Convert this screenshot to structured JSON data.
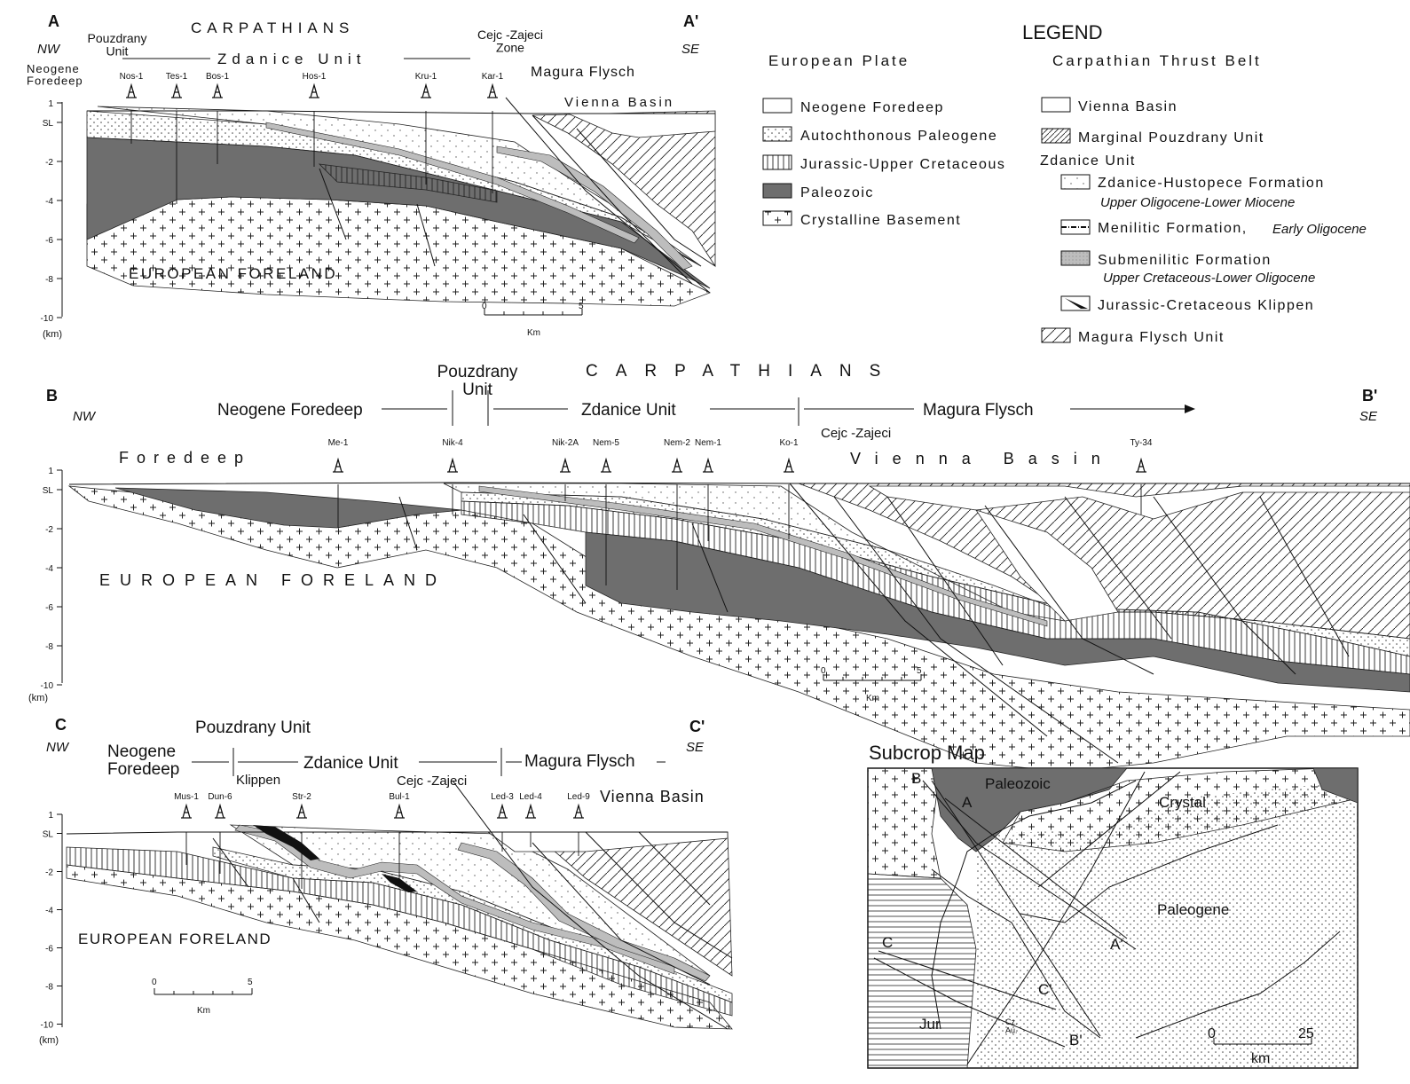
{
  "sectionA": {
    "label_left": "A",
    "label_right": "A'",
    "dir_left": "NW",
    "dir_right": "SE",
    "title": "CARPATHIANS",
    "unit_pouzdrany": "Pouzdrany\nUnit",
    "unit_zdanice": "Zdanice Unit",
    "zone_cejc": "Cejc -Zajeci\nZone",
    "magura": "Magura Flysch",
    "foredeep": "Neogene\nForedeep",
    "vienna": "Vienna Basin",
    "foreland": "EUROPEAN FORELAND",
    "wells": [
      "Nos-1",
      "Tes-1",
      "Bos-1",
      "Hos-1",
      "Kru-1",
      "Kar-1"
    ],
    "depth_ticks": [
      "1",
      "SL",
      "-2",
      "-4",
      "-6",
      "-8",
      "-10"
    ],
    "depth_unit": "(km)",
    "scale_start": "0",
    "scale_end": "5",
    "scale_unit": "Km"
  },
  "sectionB": {
    "label_left": "B",
    "label_right": "B'",
    "dir_left": "NW",
    "dir_right": "SE",
    "title": "CARPATHIANS",
    "unit_pouzdrany": "Pouzdrany\nUnit",
    "foredeep_label": "Neogene Foredeep",
    "unit_zdanice": "Zdanice Unit",
    "magura": "Magura Flysch",
    "cejc": "Cejc -Zajeci",
    "foredeep_surface": "Foredeep",
    "vienna": "Vienna Basin",
    "foreland": "EUROPEAN FORELAND",
    "wells": [
      "Me-1",
      "Nik-4",
      "Nik-2A",
      "Nem-5",
      "Nem-2",
      "Nem-1",
      "Ko-1",
      "Ty-34"
    ],
    "depth_ticks": [
      "1",
      "SL",
      "-2",
      "-4",
      "-6",
      "-8",
      "-10"
    ],
    "depth_unit": "(km)",
    "scale_start": "0",
    "scale_end": "5",
    "scale_unit": "Km"
  },
  "sectionC": {
    "label_left": "C",
    "label_right": "C'",
    "dir_left": "NW",
    "dir_right": "SE",
    "unit_pouzdrany": "Pouzdrany Unit",
    "foredeep": "Neogene\nForedeep",
    "unit_zdanice": "Zdanice Unit",
    "magura": "Magura Flysch",
    "klippen": "Klippen",
    "cejc": "Cejc -Zajeci",
    "vienna": "Vienna Basin",
    "foreland": "EUROPEAN FORELAND",
    "wells": [
      "Mus-1",
      "Dun-6",
      "Str-2",
      "Bul-1",
      "Led-3",
      "Led-4",
      "Led-9"
    ],
    "depth_ticks": [
      "1",
      "SL",
      "-2",
      "-4",
      "-6",
      "-8",
      "-10"
    ],
    "depth_unit": "(km)",
    "scale_start": "0",
    "scale_end": "5",
    "scale_unit": "Km"
  },
  "legend": {
    "title": "LEGEND",
    "col1_title": "European Plate",
    "col2_title": "Carpathian Thrust Belt",
    "col1_items": [
      "Neogene Foredeep",
      "Autochthonous Paleogene",
      "Jurassic-Upper Cretaceous",
      "Paleozoic",
      "Crystalline Basement"
    ],
    "vienna": "Vienna Basin",
    "marginal": "Marginal Pouzdrany Unit",
    "zdanice_header": "Zdanice Unit",
    "zh_formation": "Zdanice-Hustopece Formation",
    "zh_age": "Upper Oligocene-Lower Miocene",
    "menilitic": "Menilitic Formation,",
    "menilitic_age": "Early Oligocene",
    "submenilitic": "Submenilitic Formation",
    "submenilitic_age": "Upper Cretaceous-Lower Oligocene",
    "klippen": "Jurassic-Cretaceous Klippen",
    "magura": "Magura Flysch Unit"
  },
  "subcrop": {
    "title": "Subcrop Map",
    "paleozoic": "Paleozoic",
    "crystal": "Crystal",
    "paleogene": "Paleogene",
    "jur": "Jur",
    "czau": "Cz.\nAu.",
    "labels": [
      "A",
      "A'",
      "B",
      "B'",
      "C",
      "C'"
    ],
    "scale_start": "0",
    "scale_end": "25",
    "scale_unit": "km"
  }
}
